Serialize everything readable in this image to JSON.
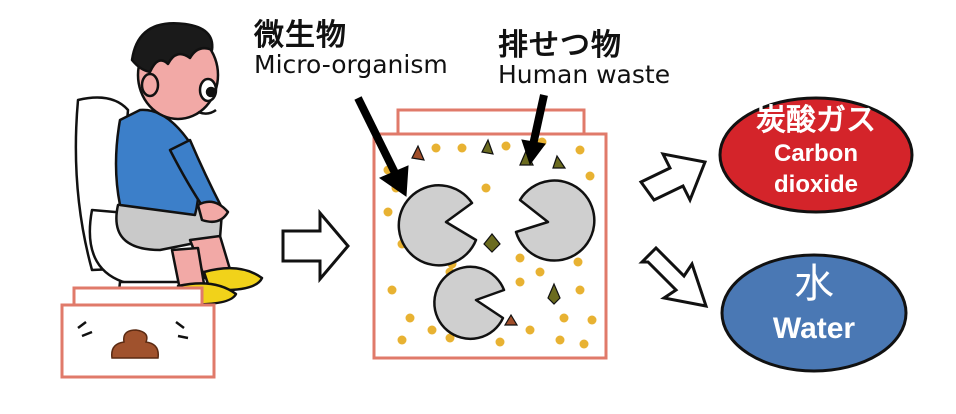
{
  "microorganism": {
    "jp": "微生物",
    "en": "Micro-organism"
  },
  "waste": {
    "jp": "排せつ物",
    "en": "Human waste"
  },
  "carbon_dioxide": {
    "jp": "炭酸ガス",
    "en_line1": "Carbon",
    "en_line2": "dioxide",
    "color": "#d4242a"
  },
  "water": {
    "jp": "水",
    "en": "Water",
    "color": "#4a78b4"
  },
  "colors": {
    "box": "#e07a6a",
    "pellet": "#e8b232",
    "waste_dark": "#6b6b1f",
    "waste_brown": "#a04e2a",
    "microbe": "#cfcfcf"
  }
}
